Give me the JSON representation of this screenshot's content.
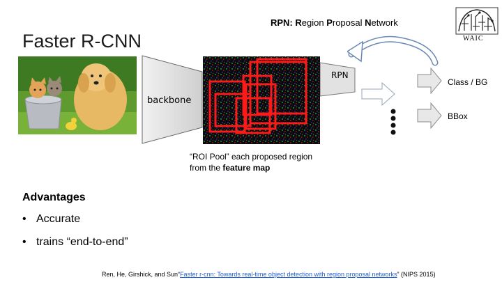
{
  "title": "Faster R-CNN",
  "rpn_heading": {
    "parts": [
      {
        "text": "RPN: R",
        "bold": true
      },
      {
        "text": "egion ",
        "bold": false
      },
      {
        "text": "P",
        "bold": true
      },
      {
        "text": "roposal ",
        "bold": false
      },
      {
        "text": "N",
        "bold": true
      },
      {
        "text": "etwork",
        "bold": false
      }
    ]
  },
  "logo": {
    "label": "WAIC",
    "icon": "waic-logo-icon"
  },
  "diagram": {
    "backbone_label": "backbone",
    "rpn_label": "RPN",
    "classification_label": "Class / BG",
    "bbox_label": "BBox",
    "roi_caption": {
      "line1": "“ROI Pool” each proposed region",
      "line2_prefix": "from the ",
      "line2_bold": "feature map"
    },
    "colors": {
      "proposal_box": "#ff1a1a",
      "featmap_bg": "#0b0b10",
      "arrow_stroke": "#6a88b4",
      "backbone_fill": "#e0e0e0"
    }
  },
  "advantages": {
    "heading": "Advantages",
    "bullets": [
      "Accurate",
      "trains “end-to-end”"
    ]
  },
  "citation": {
    "prefix": "Ren, He, Girshick, and Sun“",
    "link_text": "Faster r-cnn: Towards real-time object detection with region proposal networks",
    "suffix": "” (NIPS 2015)"
  }
}
